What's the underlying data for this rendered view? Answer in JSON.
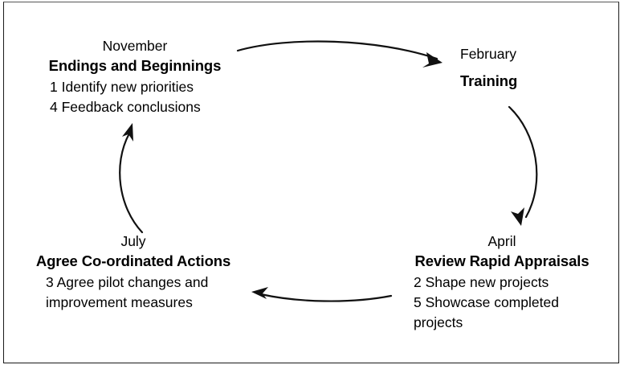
{
  "diagram": {
    "type": "cycle",
    "title_visible": false,
    "background_color": "#ffffff",
    "border_color": "#1a1a1a",
    "text_color": "#000000",
    "nodes": [
      {
        "id": "november",
        "month": "November",
        "title": "Endings and Beginnings",
        "items": [
          "1 Identify new priorities",
          "4 Feedback conclusions"
        ]
      },
      {
        "id": "february",
        "month": "February",
        "title": "Training",
        "items": []
      },
      {
        "id": "april",
        "month": "April",
        "title": "Review Rapid Appraisals",
        "items": [
          "2 Shape new projects",
          "5 Showcase completed",
          "projects"
        ]
      },
      {
        "id": "july",
        "month": "July",
        "title": "Agree Co-ordinated Actions",
        "items": [
          "3 Agree pilot changes and",
          "improvement measures"
        ]
      }
    ],
    "arrows": [
      {
        "id": "november-to-february",
        "from": "november",
        "to": "february",
        "direction": "right"
      },
      {
        "id": "february-to-april",
        "from": "february",
        "to": "april",
        "direction": "down"
      },
      {
        "id": "april-to-july",
        "from": "april",
        "to": "july",
        "direction": "left"
      },
      {
        "id": "july-to-november",
        "from": "july",
        "to": "november",
        "direction": "up"
      }
    ]
  }
}
